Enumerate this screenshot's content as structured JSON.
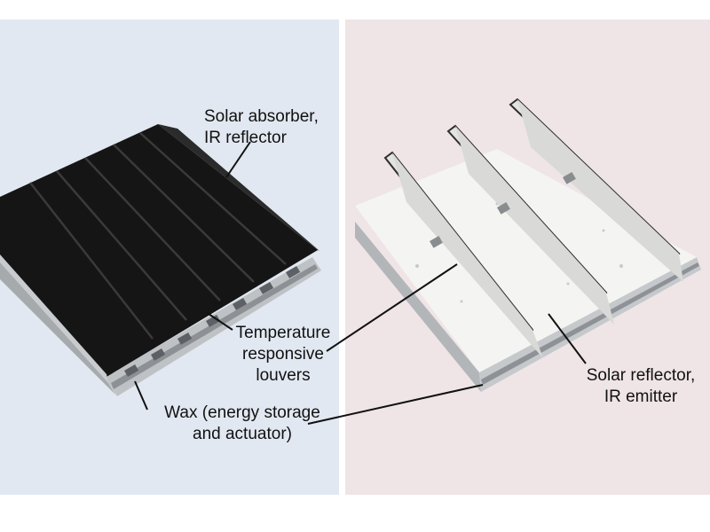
{
  "labels": {
    "solar_absorber": [
      "Solar absorber,",
      "IR reflector"
    ],
    "louvers": [
      "Temperature",
      "responsive",
      "louvers"
    ],
    "wax": [
      "Wax (energy storage",
      "and actuator)"
    ],
    "solar_reflector": [
      "Solar reflector,",
      "IR emitter"
    ]
  },
  "colors": {
    "left_panel_bg": "#e1e8f1",
    "right_panel_bg": "#efe5e6",
    "absorber_black": "#121212",
    "reflector_white": "#f4f4f2",
    "metal_frame": "#b9bcbf"
  }
}
